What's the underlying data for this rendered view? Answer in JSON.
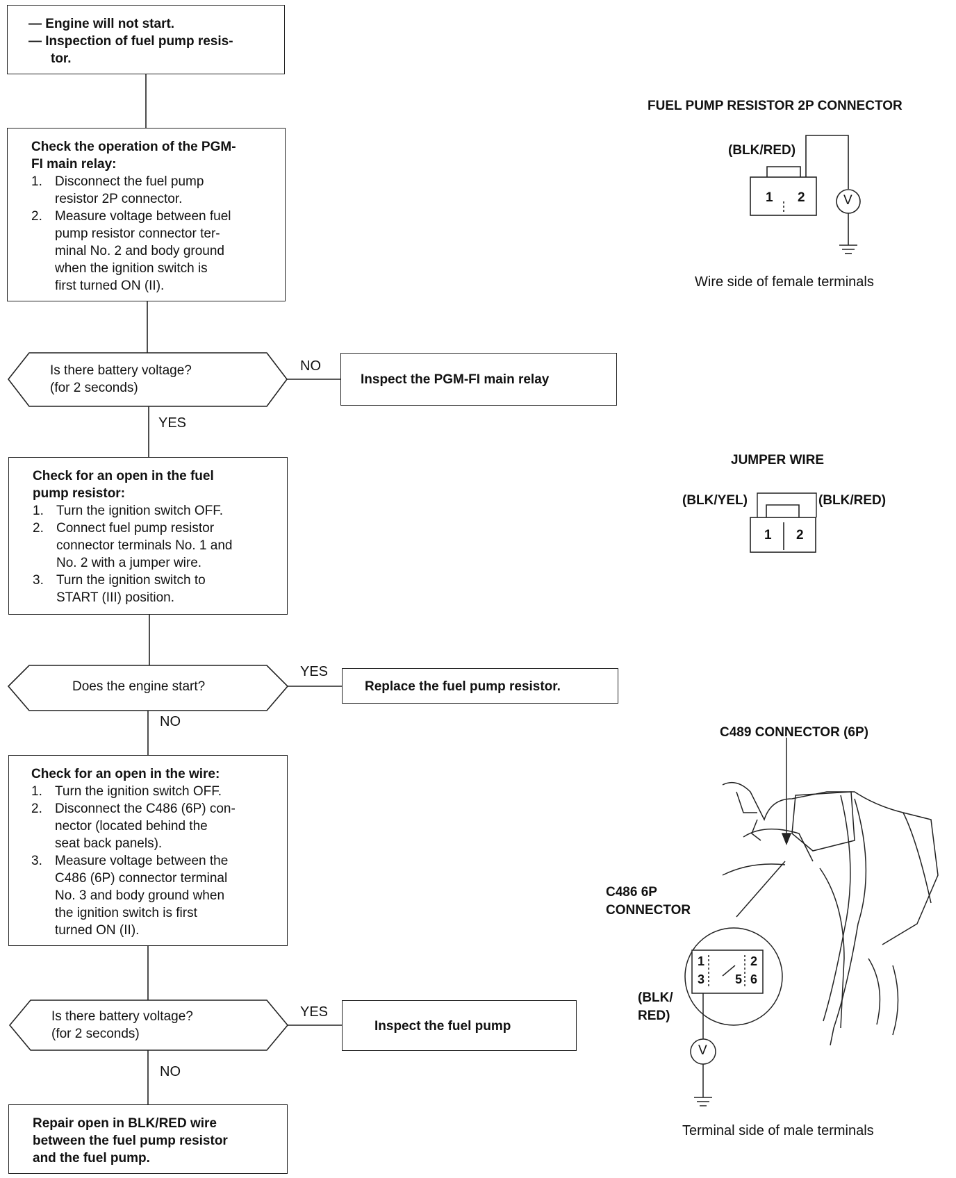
{
  "start": {
    "lines": [
      "Engine will not start.",
      "Inspection of fuel pump resis-",
      "tor."
    ]
  },
  "step1": {
    "title_l1": "Check the operation of the PGM-",
    "title_l2": "FI main relay:",
    "items": [
      {
        "num": "1.",
        "l1": "Disconnect the fuel pump",
        "l2": "resistor 2P connector."
      },
      {
        "num": "2.",
        "l1": "Measure voltage between fuel",
        "l2": "pump resistor connector ter-",
        "l3": "minal No. 2 and body ground",
        "l4": "when the ignition switch is",
        "l5": "first turned ON (II)."
      }
    ]
  },
  "decision1": {
    "q1": "Is there battery voltage?",
    "q2": "(for 2 seconds)",
    "no": "NO",
    "yes": "YES",
    "action": "Inspect the PGM-FI main relay"
  },
  "step2": {
    "title_l1": "Check for an open in the fuel",
    "title_l2": "pump resistor:",
    "items": [
      {
        "num": "1.",
        "l1": "Turn the ignition switch OFF."
      },
      {
        "num": "2.",
        "l1": "Connect fuel pump resistor",
        "l2": "connector terminals No. 1 and",
        "l3": "No. 2 with a jumper wire."
      },
      {
        "num": "3.",
        "l1": "Turn the ignition switch to",
        "l2": "START (III) position."
      }
    ]
  },
  "decision2": {
    "q1": "Does the engine start?",
    "yes": "YES",
    "no": "NO",
    "action": "Replace the fuel pump resistor."
  },
  "step3": {
    "title": "Check for an open in the wire:",
    "items": [
      {
        "num": "1.",
        "l1": "Turn the ignition switch OFF."
      },
      {
        "num": "2.",
        "l1": "Disconnect the C486 (6P) con-",
        "l2": "nector (located behind the",
        "l3": "seat back panels)."
      },
      {
        "num": "3.",
        "l1": "Measure voltage between the",
        "l2": "C486 (6P) connector terminal",
        "l3": "No. 3 and body ground when",
        "l4": "the ignition switch is first",
        "l5": "turned ON (II)."
      }
    ]
  },
  "decision3": {
    "q1": "Is there battery voltage?",
    "q2": "(for 2 seconds)",
    "yes": "YES",
    "no": "NO",
    "action": "Inspect the fuel pump"
  },
  "final": {
    "l1": "Repair open in BLK/RED wire",
    "l2": "between the fuel pump resistor",
    "l3": "and the fuel pump."
  },
  "diagram1": {
    "title": "FUEL PUMP RESISTOR 2P CONNECTOR",
    "wire": "(BLK/RED)",
    "t1": "1",
    "t2": "2",
    "meter": "V",
    "caption": "Wire side of female terminals"
  },
  "diagram2": {
    "title": "JUMPER WIRE",
    "left_wire": "(BLK/YEL)",
    "right_wire": "(BLK/RED)",
    "t1": "1",
    "t2": "2"
  },
  "diagram3": {
    "top_label": "C489 CONNECTOR (6P)",
    "conn_l1": "C486 6P",
    "conn_l2": "CONNECTOR",
    "wire_l1": "(BLK/",
    "wire_l2": "RED)",
    "pins": [
      "1",
      "2",
      "3",
      "5",
      "6"
    ],
    "meter": "V",
    "caption": "Terminal side of male terminals"
  }
}
